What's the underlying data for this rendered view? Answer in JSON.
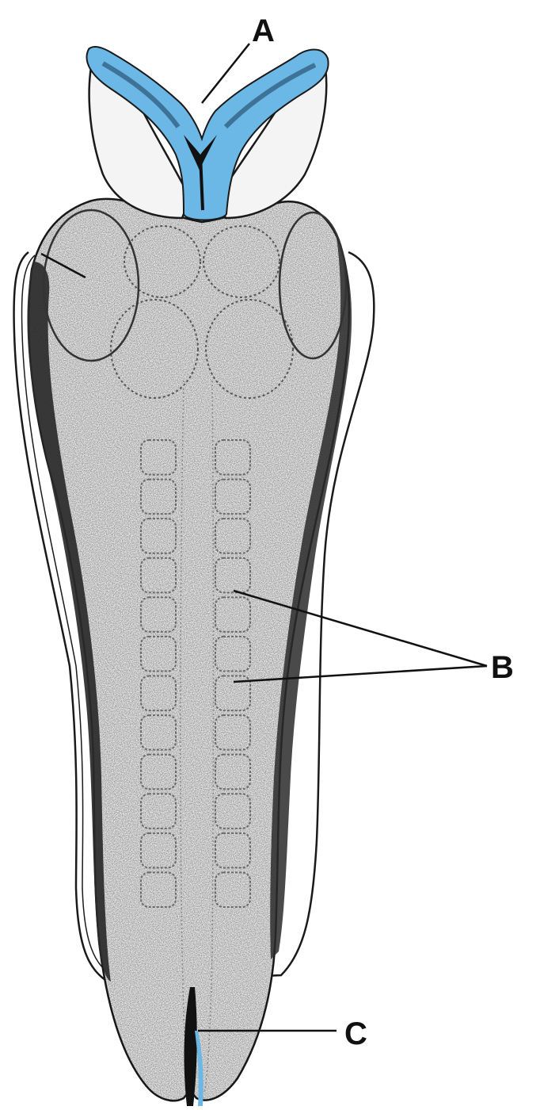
{
  "labels": {
    "a": "A",
    "b": "B",
    "c": "C"
  },
  "colors": {
    "highlight": "#6bb8e6",
    "outline": "#1a1a1a",
    "body_fill": "#f4f4f4",
    "dark_band": "#2a2a2a",
    "leader_line": "#111111"
  },
  "somite_pairs_count": 12
}
